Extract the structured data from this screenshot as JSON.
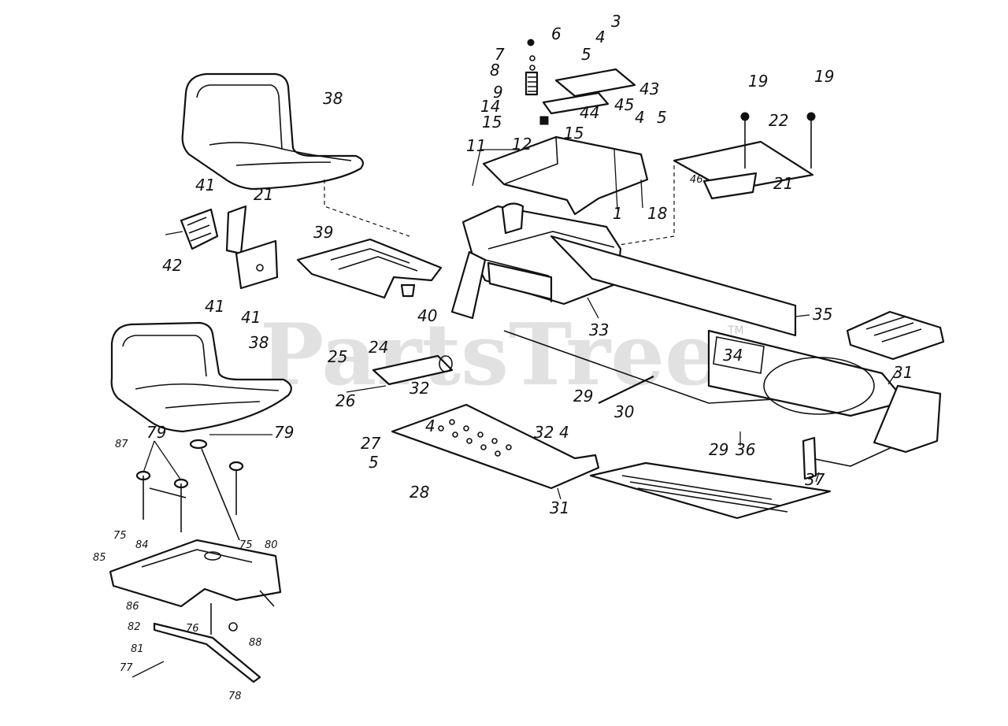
{
  "watermark": {
    "text": "PartsTree",
    "trademark": "TM"
  },
  "callouts": [
    {
      "id": "c-6",
      "text": "6"
    },
    {
      "id": "c-3",
      "text": "3"
    },
    {
      "id": "c-7",
      "text": "7"
    },
    {
      "id": "c-8",
      "text": "8"
    },
    {
      "id": "c-4a",
      "text": "4"
    },
    {
      "id": "c-5a",
      "text": "5"
    },
    {
      "id": "c-9",
      "text": "9"
    },
    {
      "id": "c-43",
      "text": "43"
    },
    {
      "id": "c-14",
      "text": "14"
    },
    {
      "id": "c-45",
      "text": "45"
    },
    {
      "id": "c-44",
      "text": "44"
    },
    {
      "id": "c-15a",
      "text": "15"
    },
    {
      "id": "c-15b",
      "text": "15"
    },
    {
      "id": "c-12",
      "text": "12"
    },
    {
      "id": "c-4b",
      "text": "4"
    },
    {
      "id": "c-5b",
      "text": "5"
    },
    {
      "id": "c-11",
      "text": "11"
    },
    {
      "id": "c-1",
      "text": "1"
    },
    {
      "id": "c-18",
      "text": "18"
    },
    {
      "id": "c-19a",
      "text": "19"
    },
    {
      "id": "c-19b",
      "text": "19"
    },
    {
      "id": "c-22",
      "text": "22"
    },
    {
      "id": "c-46",
      "text": "46"
    },
    {
      "id": "c-21a",
      "text": "21"
    },
    {
      "id": "c-38a",
      "text": "38"
    },
    {
      "id": "c-41a",
      "text": "41"
    },
    {
      "id": "c-21b",
      "text": "21"
    },
    {
      "id": "c-42",
      "text": "42"
    },
    {
      "id": "c-39",
      "text": "39"
    },
    {
      "id": "c-41b",
      "text": "41"
    },
    {
      "id": "c-41c",
      "text": "41"
    },
    {
      "id": "c-40",
      "text": "40"
    },
    {
      "id": "c-33",
      "text": "33"
    },
    {
      "id": "c-35",
      "text": "35"
    },
    {
      "id": "c-38b",
      "text": "38"
    },
    {
      "id": "c-24",
      "text": "24"
    },
    {
      "id": "c-25",
      "text": "25"
    },
    {
      "id": "c-34",
      "text": "34"
    },
    {
      "id": "c-32a",
      "text": "32"
    },
    {
      "id": "c-26",
      "text": "26"
    },
    {
      "id": "c-4c",
      "text": "4"
    },
    {
      "id": "c-29a",
      "text": "29"
    },
    {
      "id": "c-30",
      "text": "30"
    },
    {
      "id": "c-31a",
      "text": "31"
    },
    {
      "id": "c-27",
      "text": "27"
    },
    {
      "id": "c-32b",
      "text": "32"
    },
    {
      "id": "c-4d",
      "text": "4"
    },
    {
      "id": "c-5c",
      "text": "5"
    },
    {
      "id": "c-28",
      "text": "28"
    },
    {
      "id": "c-29b",
      "text": "29"
    },
    {
      "id": "c-36",
      "text": "36"
    },
    {
      "id": "c-31b",
      "text": "31"
    },
    {
      "id": "c-37",
      "text": "37"
    },
    {
      "id": "c-87",
      "text": "87"
    },
    {
      "id": "c-79a",
      "text": "79"
    },
    {
      "id": "c-79b",
      "text": "79"
    },
    {
      "id": "c-75a",
      "text": "75"
    },
    {
      "id": "c-84",
      "text": "84"
    },
    {
      "id": "c-75b",
      "text": "75"
    },
    {
      "id": "c-80",
      "text": "80"
    },
    {
      "id": "c-85",
      "text": "85"
    },
    {
      "id": "c-86",
      "text": "86"
    },
    {
      "id": "c-82",
      "text": "82"
    },
    {
      "id": "c-76",
      "text": "76"
    },
    {
      "id": "c-88",
      "text": "88"
    },
    {
      "id": "c-81",
      "text": "81"
    },
    {
      "id": "c-77",
      "text": "77"
    },
    {
      "id": "c-78",
      "text": "78"
    }
  ]
}
